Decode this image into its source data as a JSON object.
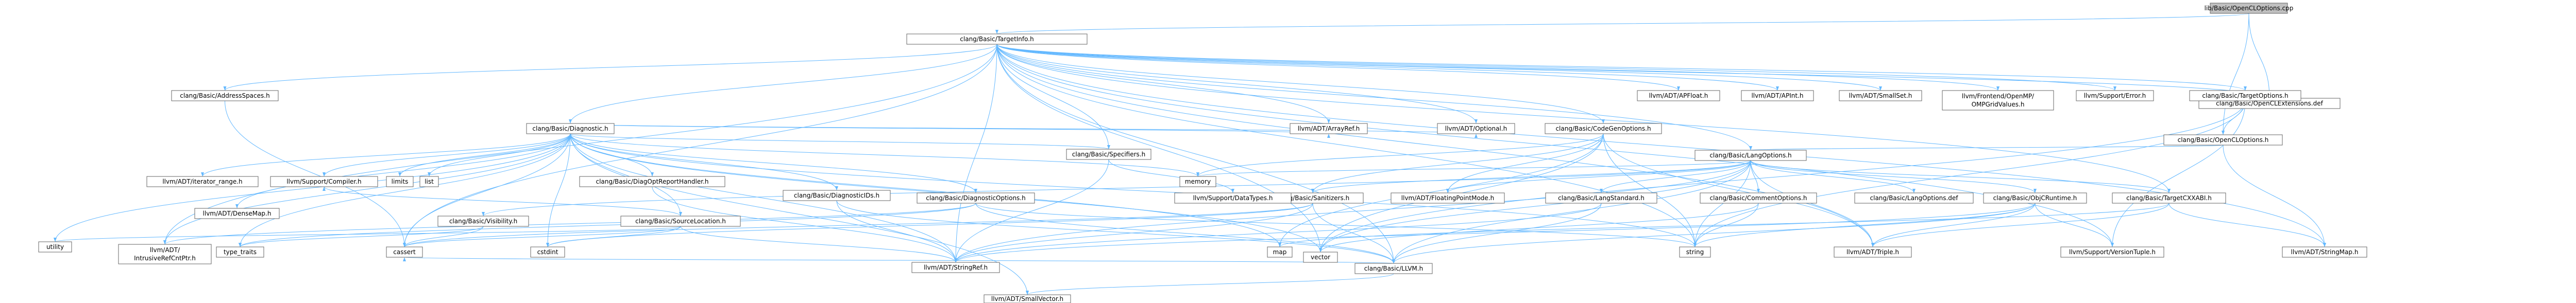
{
  "diagram": {
    "title": "lib/Basic/OpenCLOptions.cpp",
    "colors": {
      "node_fill": "#ffffff",
      "root_fill": "#bfbfbf",
      "red_text": "#ff0000",
      "edge": "#63b8ff"
    },
    "nodes": [
      {
        "id": "root",
        "label": "lib/Basic/OpenCLOptions.cpp",
        "root": true
      },
      {
        "id": "TargetInfo",
        "label": "clang/Basic/TargetInfo.h"
      },
      {
        "id": "OpenCLExt",
        "label": "clang/Basic/OpenCLExtensions.def"
      },
      {
        "id": "AddressSpaces",
        "label": "clang/Basic/AddressSpaces.h"
      },
      {
        "id": "Diagnostic",
        "label": "clang/Basic/Diagnostic.h"
      },
      {
        "id": "Specifiers",
        "label": "clang/Basic/Specifiers.h",
        "red": true
      },
      {
        "id": "ArrayRef",
        "label": "llvm/ADT/ArrayRef.h"
      },
      {
        "id": "Optional",
        "label": "llvm/ADT/Optional.h"
      },
      {
        "id": "CodeGenOptions",
        "label": "clang/Basic/CodeGenOptions.h",
        "red": true
      },
      {
        "id": "APFloat",
        "label": "llvm/ADT/APFloat.h"
      },
      {
        "id": "APInt",
        "label": "llvm/ADT/APInt.h"
      },
      {
        "id": "SmallSet",
        "label": "llvm/ADT/SmallSet.h"
      },
      {
        "id": "OpenMP",
        "label": "llvm/Frontend/OpenMP/OMPGridValues.h"
      },
      {
        "id": "Error",
        "label": "llvm/Support/Error.h"
      },
      {
        "id": "TargetOptions",
        "label": "clang/Basic/TargetOptions.h",
        "red": true
      },
      {
        "id": "OpenCLOptions",
        "label": "clang/Basic/OpenCLOptions.h"
      },
      {
        "id": "LangOptions",
        "label": "clang/Basic/LangOptions.h",
        "red": true
      },
      {
        "id": "LangStandard",
        "label": "clang/Basic/LangStandard.h",
        "red": true
      },
      {
        "id": "CommentOptions",
        "label": "clang/Basic/CommentOptions.h"
      },
      {
        "id": "LangOptionsDef",
        "label": "clang/Basic/LangOptions.def"
      },
      {
        "id": "ObjCRuntime",
        "label": "clang/Basic/ObjCRuntime.h",
        "red": true
      },
      {
        "id": "TargetCXXABI",
        "label": "clang/Basic/TargetCXXABI.h",
        "red": true
      },
      {
        "id": "Sanitizers",
        "label": "clang/Basic/Sanitizers.h",
        "red": true
      },
      {
        "id": "FloatingPoint",
        "label": "llvm/ADT/FloatingPointMode.h"
      },
      {
        "id": "DataTypes",
        "label": "llvm/Support/DataTypes.h"
      },
      {
        "id": "iterator_range",
        "label": "llvm/ADT/iterator_range.h"
      },
      {
        "id": "Compiler",
        "label": "llvm/Support/Compiler.h"
      },
      {
        "id": "limits",
        "label": "limits"
      },
      {
        "id": "list",
        "label": "list"
      },
      {
        "id": "DiagOptsHandler",
        "label": "clang/Basic/DiagOptReportHandler.h"
      },
      {
        "id": "SourceLocation",
        "label": "clang/Basic/SourceLocation.h"
      },
      {
        "id": "DiagnosticIDs",
        "label": "clang/Basic/DiagnosticIDs.h",
        "red": true
      },
      {
        "id": "DiagnosticOptions",
        "label": "clang/Basic/DiagnosticOptions.h",
        "red": true
      },
      {
        "id": "Visibility",
        "label": "clang/Basic/Visibility.h",
        "red": true
      },
      {
        "id": "DenseMap",
        "label": "llvm/ADT/DenseMap.h"
      },
      {
        "id": "IntrusiveRefCntPtr",
        "label": "llvm/ADT/IntrusiveRefCntPtr.h"
      },
      {
        "id": "StringRef",
        "label": "llvm/ADT/StringRef.h"
      },
      {
        "id": "LLVM",
        "label": "clang/Basic/LLVM.h",
        "red": true
      },
      {
        "id": "SmallVector",
        "label": "llvm/ADT/SmallVector.h"
      },
      {
        "id": "utility",
        "label": "utility"
      },
      {
        "id": "type_traits",
        "label": "type_traits"
      },
      {
        "id": "cassert",
        "label": "cassert"
      },
      {
        "id": "cstdint",
        "label": "cstdint"
      },
      {
        "id": "memory",
        "label": "memory"
      },
      {
        "id": "map",
        "label": "map"
      },
      {
        "id": "vector",
        "label": "vector"
      },
      {
        "id": "string",
        "label": "string"
      },
      {
        "id": "Triple",
        "label": "llvm/ADT/Triple.h"
      },
      {
        "id": "VersionTuple",
        "label": "llvm/Support/VersionTuple.h"
      },
      {
        "id": "StringMap",
        "label": "llvm/ADT/StringMap.h"
      }
    ]
  }
}
